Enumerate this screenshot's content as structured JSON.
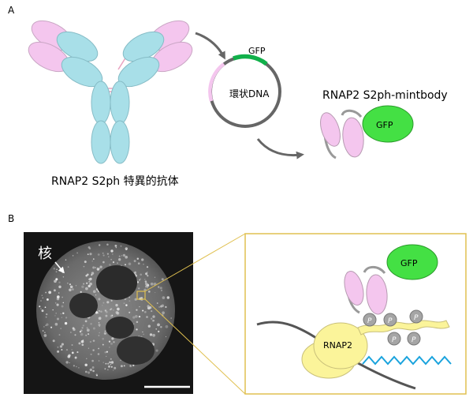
{
  "panel_a": {
    "label": "A",
    "antibody_caption": "RNAP2 S2ph 特異的抗体",
    "plasmid_label": "環状DNA",
    "plasmid_gfp_label": "GFP",
    "mintbody_title": "RNAP2 S2ph-mintbody",
    "mintbody_gfp_label": "GFP"
  },
  "panel_b": {
    "label": "B",
    "nucleus_label": "核",
    "zoom_gfp_label": "GFP",
    "rnap2_label": "RNAP2",
    "phospho_label": "P"
  },
  "colors": {
    "heavy_chain": "#a8dfe8",
    "light_chain": "#f4c6ee",
    "gfp_green": "#44e044",
    "plasmid_green": "#11b04a",
    "rnap2_yellow": "#fbf49a",
    "rna_blue": "#1aa3dd",
    "frame_gold": "#e0c050",
    "arrow_gray": "#666666"
  }
}
